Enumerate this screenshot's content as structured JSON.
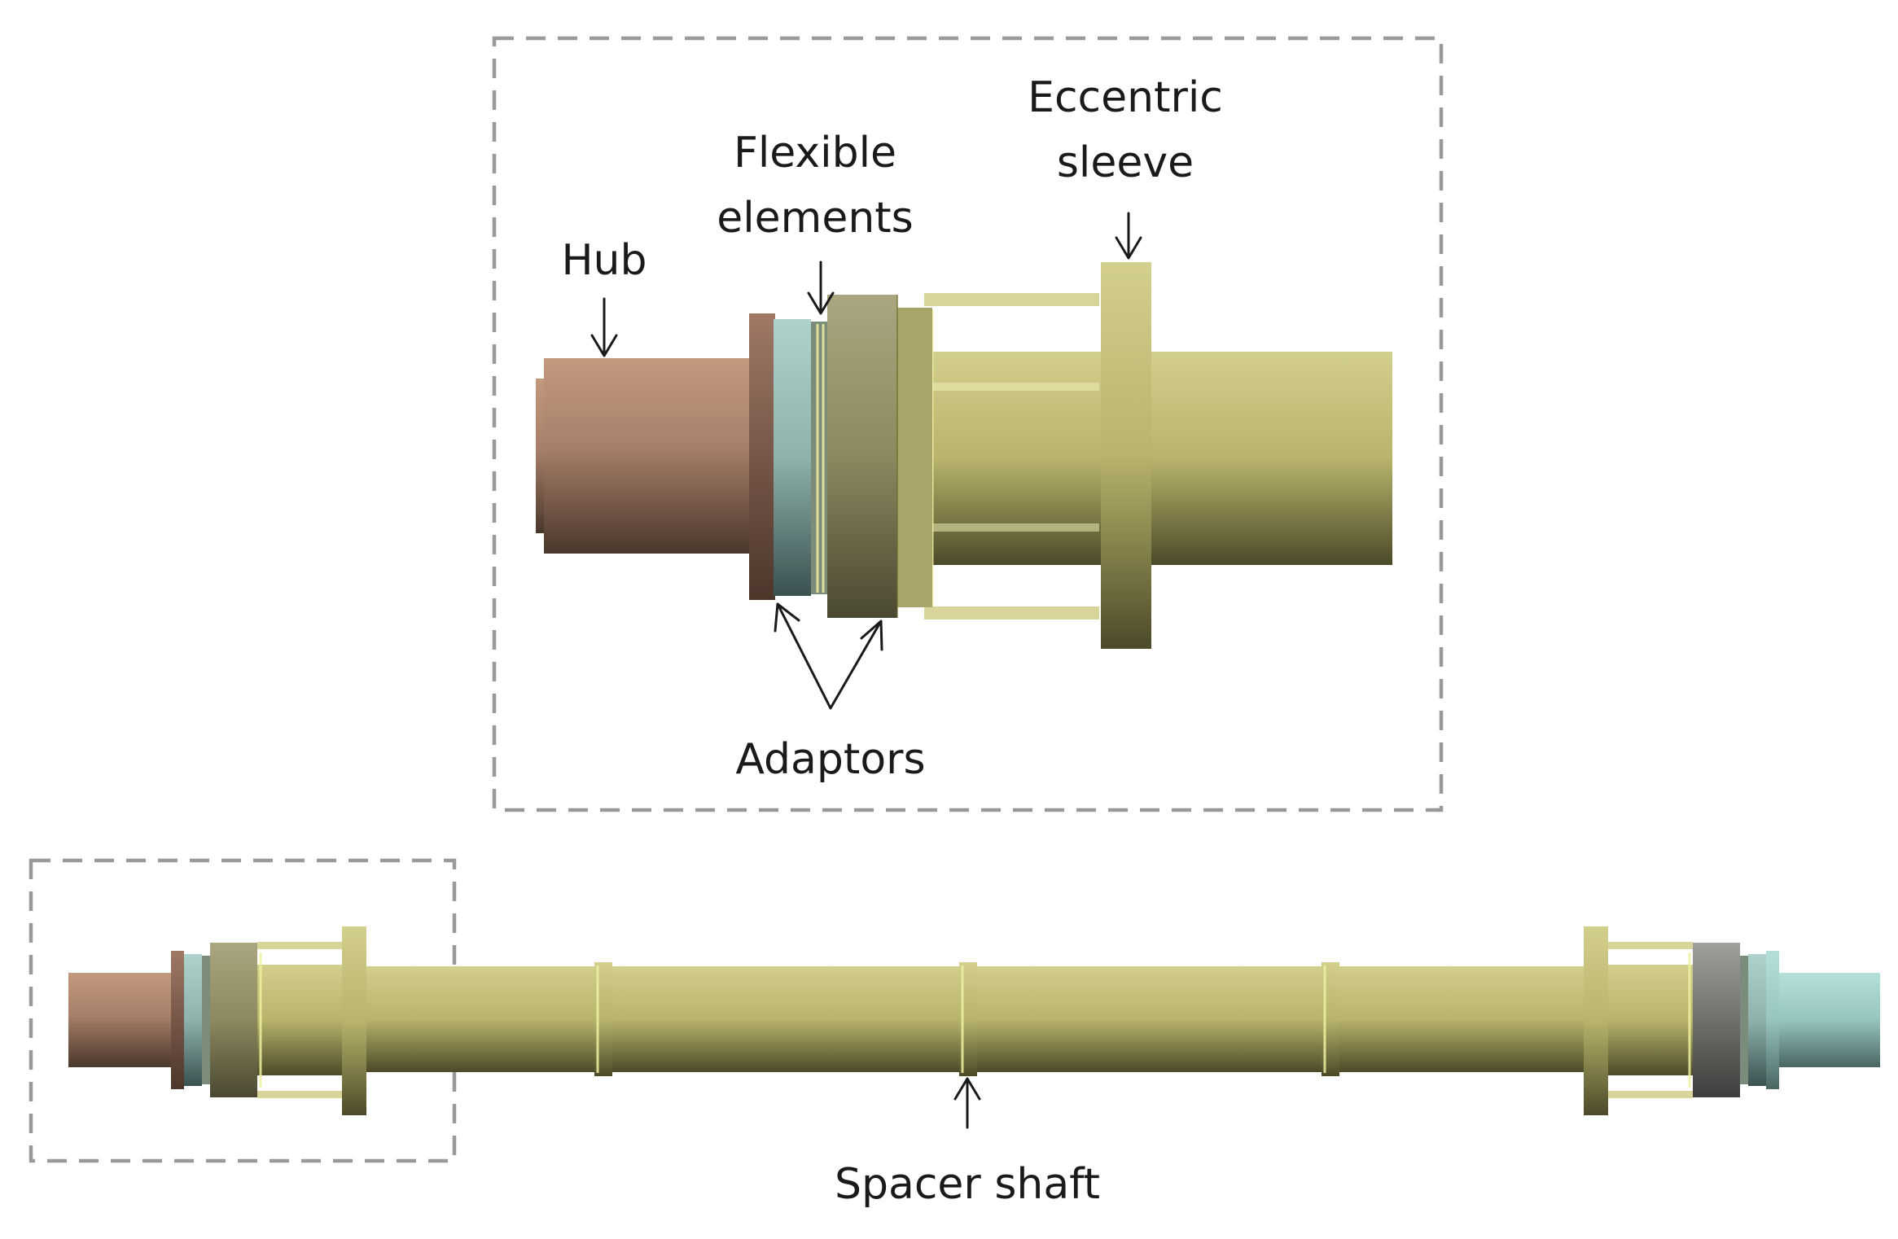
{
  "labels": {
    "hub": "Hub",
    "flexible_line1": "Flexible",
    "flexible_line2": "elements",
    "eccentric_line1": "Eccentric",
    "eccentric_line2": "sleeve",
    "adaptors": "Adaptors",
    "spacer_shaft": "Spacer shaft"
  },
  "colors": {
    "hub": "#b58a6d",
    "hub_dark": "#4e3a2f",
    "adaptor_teal": "#9ec6bf",
    "adaptor_teal_dark": "#3e5554",
    "adaptor_flange": "#9f9a76",
    "adaptor_flange_dark": "#4f4d36",
    "sleeve": "#c6c27a",
    "sleeve_dark": "#4c4a28",
    "end_flange_gray": "#8a8a86",
    "end_shaft_teal": "#9fcfc8",
    "dashed_box": "#999999",
    "text": "#1a1a1a"
  }
}
